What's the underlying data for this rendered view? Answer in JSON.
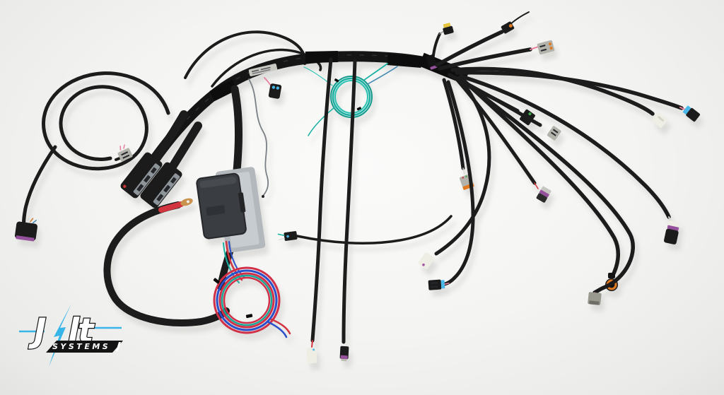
{
  "scene": {
    "type": "product-photo",
    "subject": "Standalone engine wiring harness with fuse-relay box, coiled power wires, looped vacuum of cable and many labeled sensor connectors, photographed on a white studio background",
    "background": "#f4f4f2"
  },
  "logo": {
    "text": "Jolt",
    "text_left": "J",
    "text_right": "lt",
    "banner": "SYSTEMS",
    "accent": "#38b5e8",
    "ink": "#141414",
    "letter_fill": "#ffffff"
  },
  "palette": {
    "cable": "#1c1c1c",
    "trunk": "#151515",
    "loom": "#0d0d0d",
    "shadow": "#d3d3d0",
    "coilRed": "#d13048",
    "coilBlue": "#2b4fc8",
    "coilTeal": "#1aa795",
    "tealWire": "#19b1a2",
    "redWire": "#d23440",
    "pinkWire": "#e87f9d",
    "grayConnector": "#b3b3ac",
    "whiteConnector": "#efeee5",
    "blackConnector": "#1b1b1b",
    "purpleBand": "#95519b",
    "blueBand": "#49b7e8",
    "orangeSeal": "#e0791f",
    "yellowSeal": "#e6c43e",
    "copper": "#c9934f",
    "bracket": "#b3b8bc",
    "boxBody": "#3a3d41",
    "accent": "#38b5e8"
  }
}
